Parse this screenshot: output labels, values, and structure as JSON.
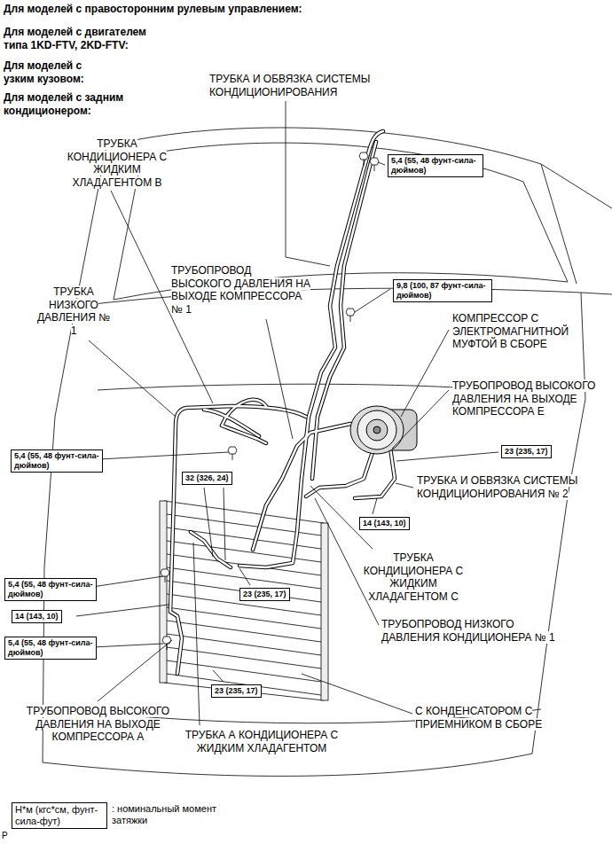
{
  "diagram": {
    "nodes": [
      {
        "text": [
          "5,4 (55, 48 фунт-сила-дюймов)"
        ]
      },
      {
        "text": [
          "9,8 (100, 87 фунт-сила-дюймов)"
        ]
      },
      {
        "text": [
          "23 (235, 17)"
        ]
      },
      {
        "text": [
          "5,4 (55, 48 фунт-сила-дюймов)"
        ]
      },
      {
        "text": [
          "32 (326, 24)"
        ]
      },
      {
        "text": [
          "14 (143, 10)"
        ]
      },
      {
        "text": [
          "5,4 (55, 48 фунт-сила-дюймов)"
        ]
      },
      {
        "text": [
          "23 (235, 17)"
        ]
      },
      {
        "text": [
          "14 (143, 10)"
        ]
      },
      {
        "text": [
          "5,4 (55, 48 фунт-сила-дюймов)"
        ]
      },
      {
        "text": [
          "23 (235, 17)"
        ]
      },
      {
        "text": [
          "Н*м (кгс*см, фунт-сила-фут)",
          ": номинальный момент затяжки"
        ]
      }
    ],
    "labels": [
      "Для моделей с правосторонним рулевым управлением:",
      "Для моделей с двигателем типа 1KD-FTV, 2KD-FTV:",
      "Для моделей с узким кузовом:",
      "Для моделей с задним кондиционером:",
      "ТРУБКА И ОБВЯЗКА СИСТЕМЫ КОНДИЦИОНИРОВАНИЯ",
      "ТРУБКА КОНДИЦИОНЕРА С ЖИДКИМ ХЛАДАГЕНТОМ В",
      "ТРУБОПРОВОД ВЫСОКОГО ДАВЛЕНИЯ НА ВЫХОДЕ КОМПРЕССОРА № 1",
      "ТРУБКА НИЗКОГО ДАВЛЕНИЯ № 1",
      "КОМПРЕССОР С ЭЛЕКТРОМАГНИТНОЙ МУФТОЙ В СБОРЕ",
      "ТРУБОПРОВОД ВЫСОКОГО ДАВЛЕНИЯ НА ВЫХОДЕ КОМПРЕССОРА Е",
      "ТРУБКА И ОБВЯЗКА СИСТЕМЫ КОНДИЦИОНИРОВАНИЯ № 2",
      "ТРУБКА КОНДИЦИОНЕРА С ЖИДКИМ ХЛАДАГЕНТОМ С",
      "ТРУБОПРОВОД НИЗКОГО ДАВЛЕНИЯ КОНДИЦИОНЕРА № 1",
      "С КОНДЕНСАТОРОМ С ПРИЕМНИКОМ В СБОРЕ",
      "ТРУБОПРОВОД ВЫСОКОГО ДАВЛЕНИЯ НА ВЫХОДЕ КОМПРЕССОРА А",
      "ТРУБКА А КОНДИЦИОНЕРА С ЖИДКИМ ХЛАДАГЕНТОМ",
      "P"
    ]
  }
}
